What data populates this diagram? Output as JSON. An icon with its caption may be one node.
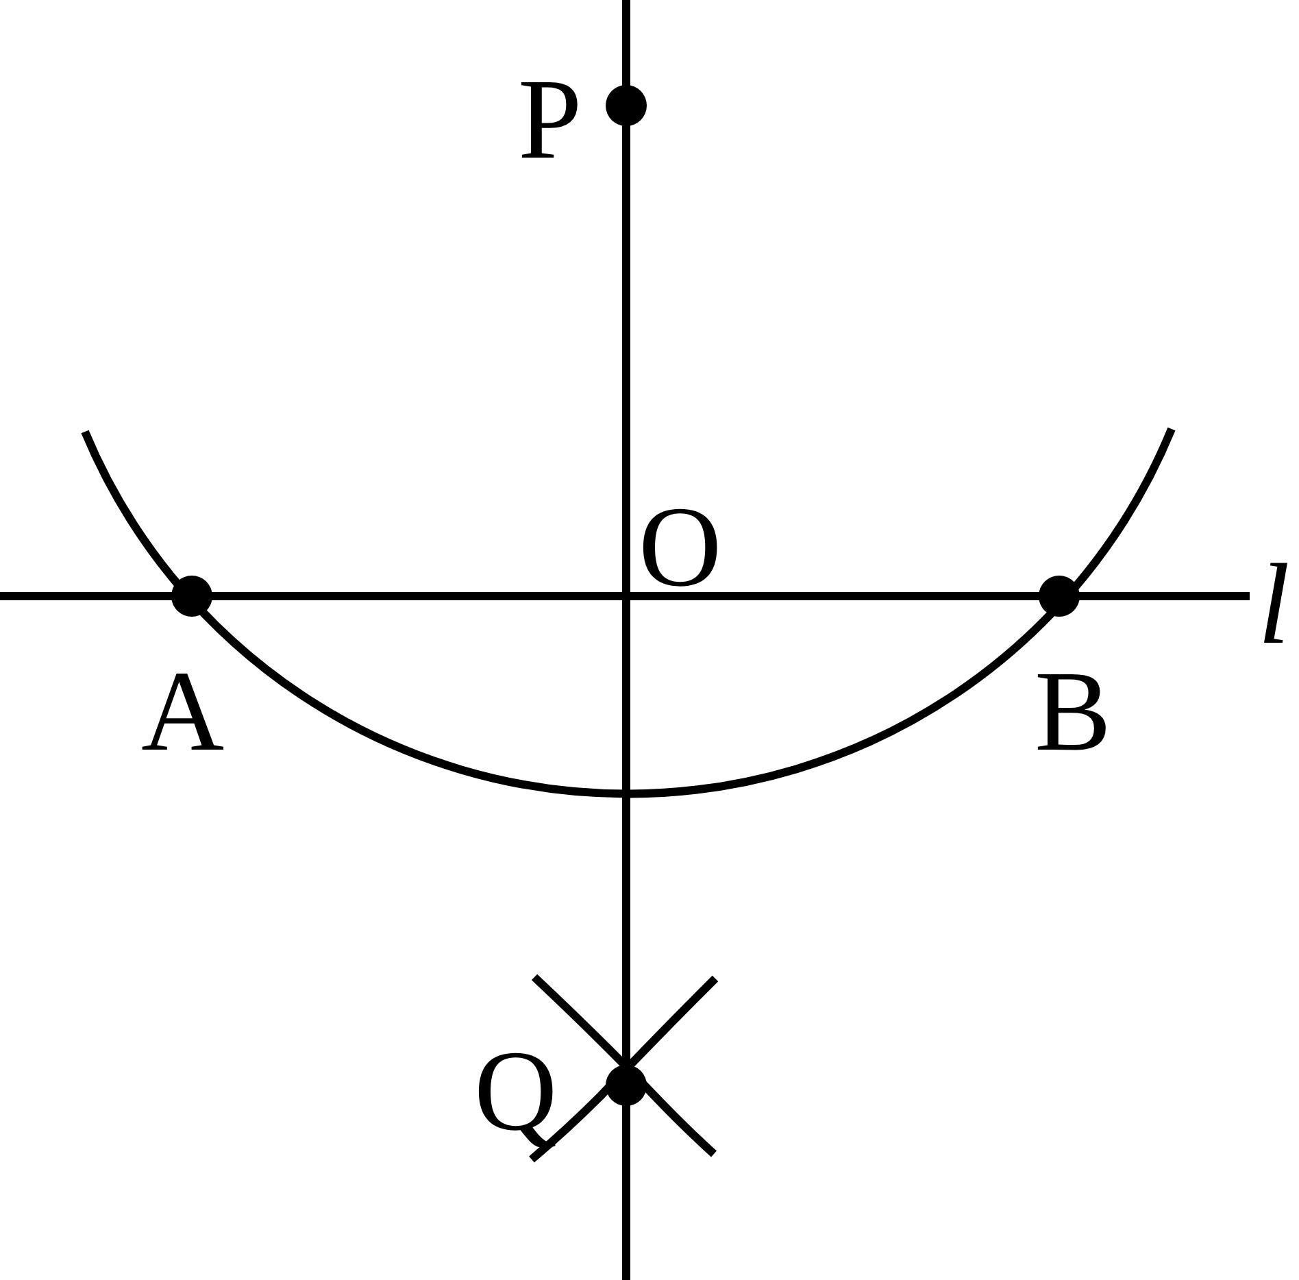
{
  "diagram": {
    "labels": [
      "P",
      "O",
      "l",
      "A",
      "B",
      "Q"
    ]
  }
}
